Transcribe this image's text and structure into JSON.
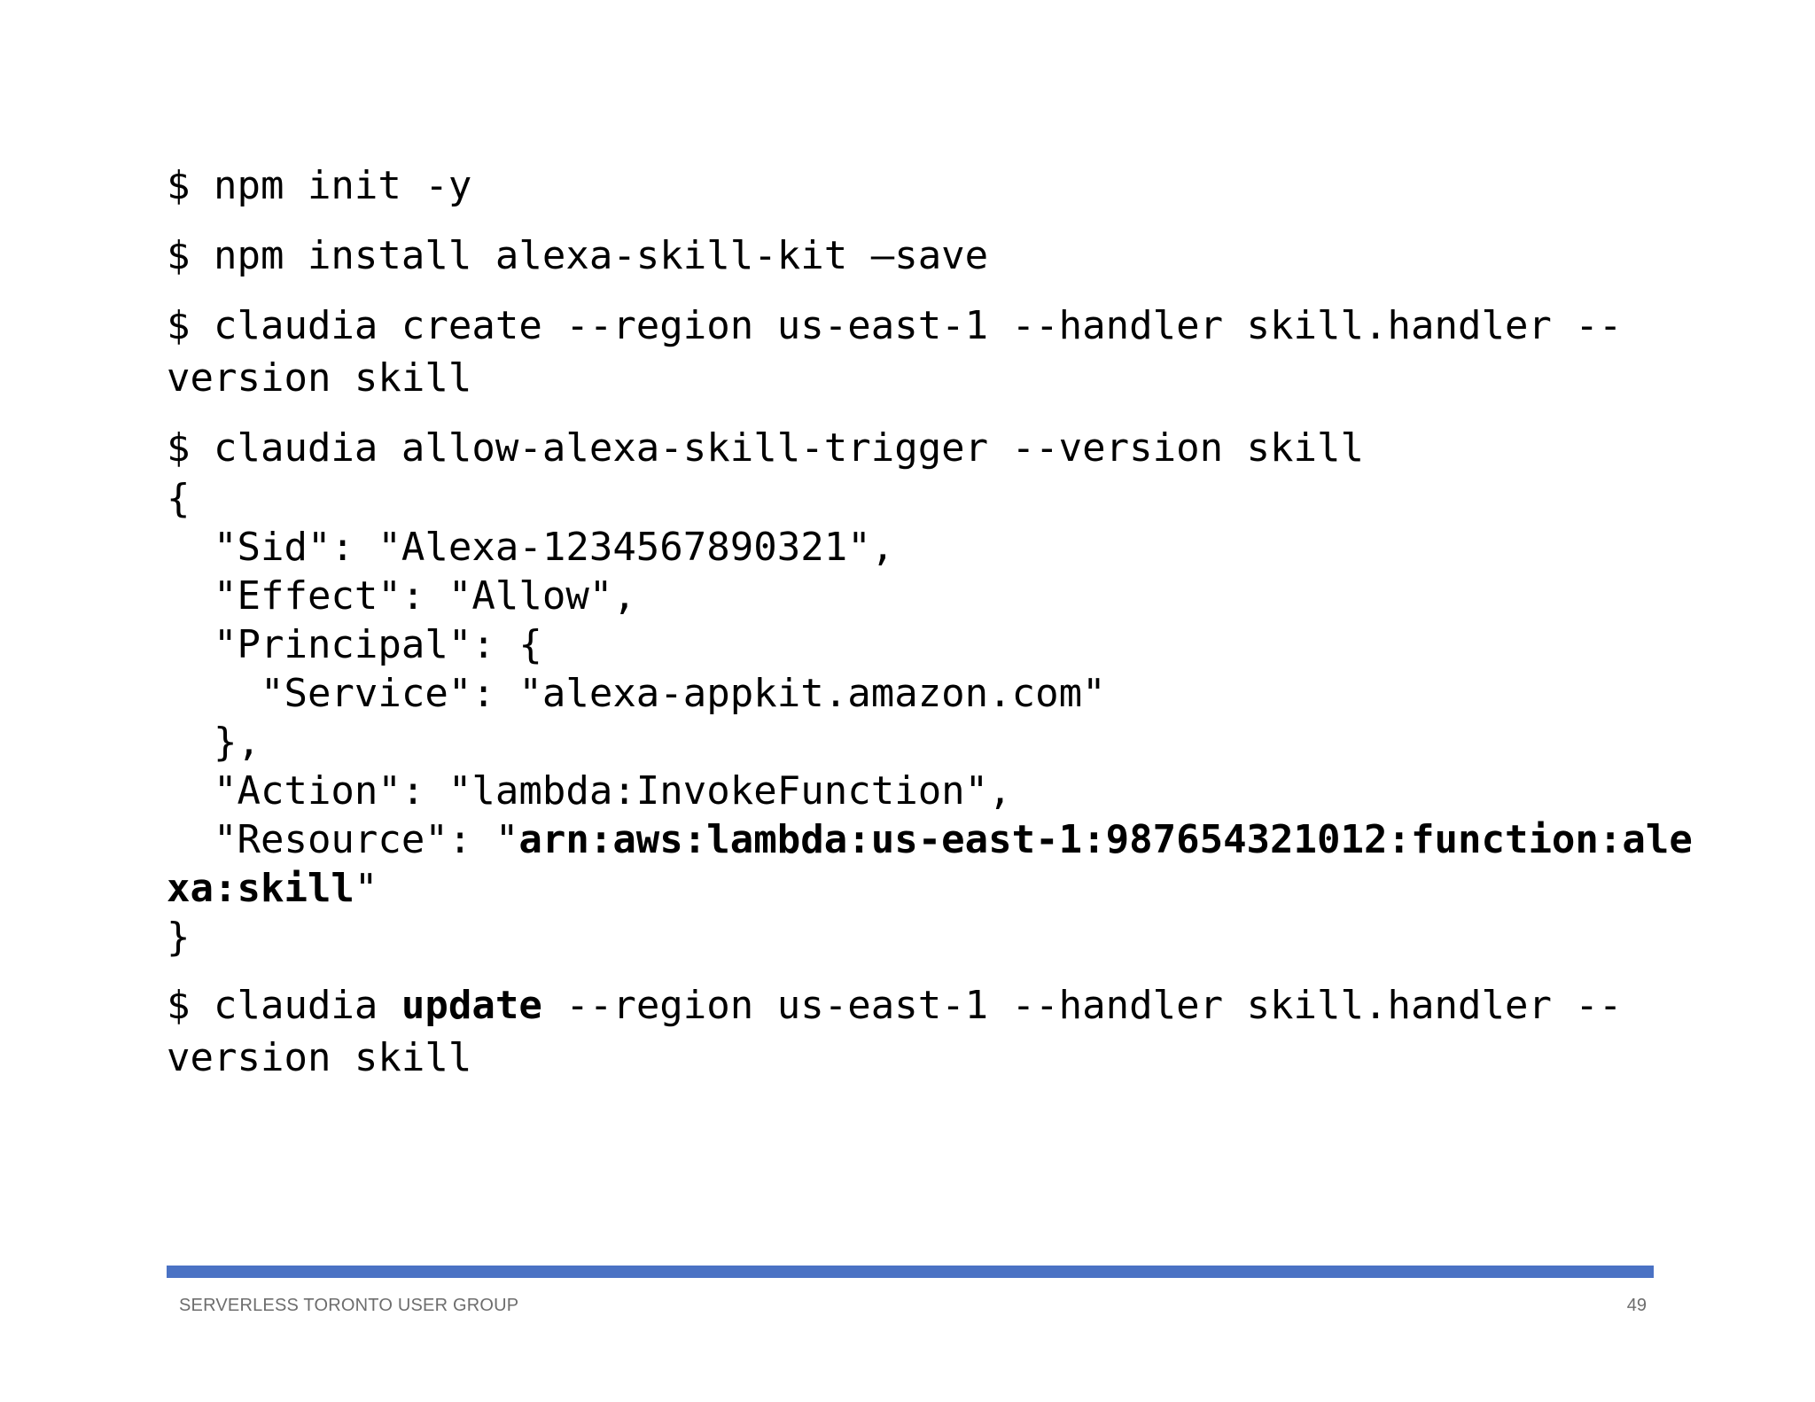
{
  "commands": {
    "npm_init": "$ npm init -y",
    "npm_install": "$ npm install alexa-skill-kit –save",
    "claudia_create_line1": "$ claudia create --region us-east-1 --handler skill.handler --",
    "claudia_create_line2": "version skill",
    "claudia_allow": "$ claudia allow-alexa-skill-trigger --version skill",
    "update_prefix": "$ claudia ",
    "update_keyword": "update",
    "update_suffix": " --region us-east-1 --handler skill.handler --",
    "update_line2": "version skill"
  },
  "json_output": {
    "open_brace": "{",
    "sid": "  \"Sid\": \"Alexa-1234567890321\",",
    "effect": "  \"Effect\": \"Allow\",",
    "principal_open": "  \"Principal\": {",
    "service": "    \"Service\": \"alexa-appkit.amazon.com\"",
    "principal_close": "  },",
    "action": "  \"Action\": \"lambda:InvokeFunction\",",
    "resource_prefix": "  \"Resource\": \"",
    "resource_arn_line1": "arn:aws:lambda:us-east-1:987654321012:function:ale",
    "resource_arn_line2": "xa:skill",
    "resource_suffix": "\"",
    "close_brace": "}"
  },
  "footer": {
    "left_text": "SERVERLESS TORONTO USER GROUP",
    "page_number": "49",
    "bar_color": "#4a72c4"
  }
}
